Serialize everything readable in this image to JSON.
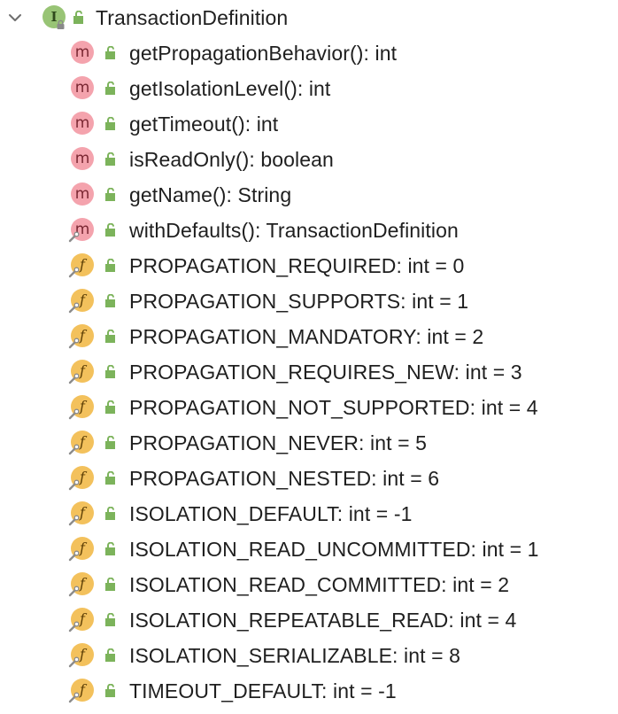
{
  "root": {
    "name": "TransactionDefinition",
    "icon": "interface-icon",
    "icon_letter": "I",
    "expanded": true
  },
  "icons": {
    "method_letter": "m",
    "field_letter": "f"
  },
  "colors": {
    "interface": "#98c475",
    "method": "#f4a3ad",
    "field": "#f3c15c",
    "public_lock": "#7cb35b"
  },
  "members": [
    {
      "kind": "method",
      "label": "getPropagationBehavior(): int",
      "static": false
    },
    {
      "kind": "method",
      "label": "getIsolationLevel(): int",
      "static": false
    },
    {
      "kind": "method",
      "label": "getTimeout(): int",
      "static": false
    },
    {
      "kind": "method",
      "label": "isReadOnly(): boolean",
      "static": false
    },
    {
      "kind": "method",
      "label": "getName(): String",
      "static": false
    },
    {
      "kind": "method",
      "label": "withDefaults(): TransactionDefinition",
      "static": true
    },
    {
      "kind": "field",
      "label": "PROPAGATION_REQUIRED: int = 0",
      "static": true
    },
    {
      "kind": "field",
      "label": "PROPAGATION_SUPPORTS: int = 1",
      "static": true
    },
    {
      "kind": "field",
      "label": "PROPAGATION_MANDATORY: int = 2",
      "static": true
    },
    {
      "kind": "field",
      "label": "PROPAGATION_REQUIRES_NEW: int = 3",
      "static": true
    },
    {
      "kind": "field",
      "label": "PROPAGATION_NOT_SUPPORTED: int = 4",
      "static": true
    },
    {
      "kind": "field",
      "label": "PROPAGATION_NEVER: int = 5",
      "static": true
    },
    {
      "kind": "field",
      "label": "PROPAGATION_NESTED: int = 6",
      "static": true
    },
    {
      "kind": "field",
      "label": "ISOLATION_DEFAULT: int = -1",
      "static": true
    },
    {
      "kind": "field",
      "label": "ISOLATION_READ_UNCOMMITTED: int = 1",
      "static": true
    },
    {
      "kind": "field",
      "label": "ISOLATION_READ_COMMITTED: int = 2",
      "static": true
    },
    {
      "kind": "field",
      "label": "ISOLATION_REPEATABLE_READ: int = 4",
      "static": true
    },
    {
      "kind": "field",
      "label": "ISOLATION_SERIALIZABLE: int = 8",
      "static": true
    },
    {
      "kind": "field",
      "label": "TIMEOUT_DEFAULT: int = -1",
      "static": true
    }
  ]
}
